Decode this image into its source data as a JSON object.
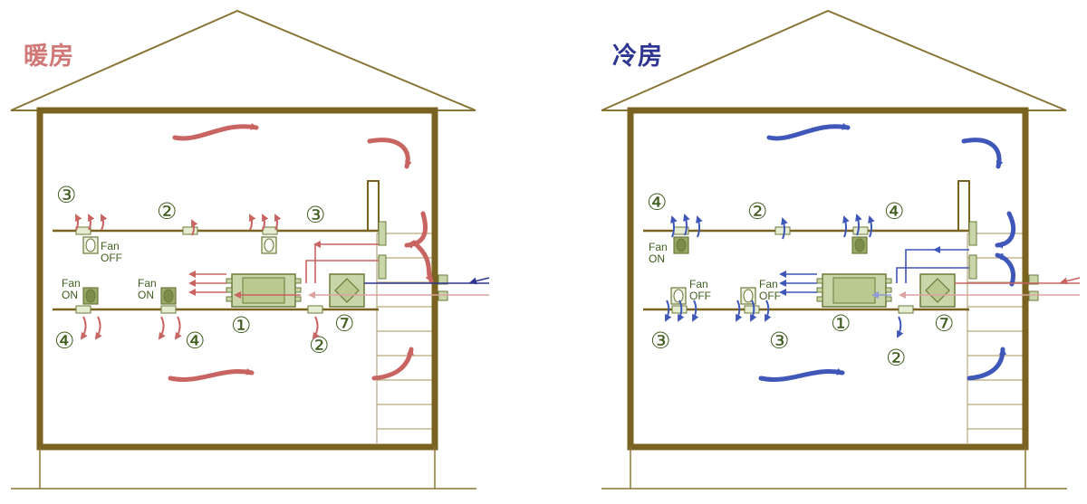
{
  "panels": {
    "heating": {
      "title": "暖房",
      "title_color": "#cf7877",
      "airflow_color": "#c86461",
      "labels": {
        "n3_left": "③",
        "n2_upper": "②",
        "n3_right": "③",
        "fan_off_upper": [
          "Fan",
          "OFF"
        ],
        "n4_left": "④",
        "n4_mid": "④",
        "fan_on_left": [
          "Fan",
          "ON"
        ],
        "fan_on_mid": [
          "Fan",
          "ON"
        ],
        "n1": "①",
        "n2_lower": "②",
        "n7": "⑦"
      }
    },
    "cooling": {
      "title": "冷房",
      "title_color": "#2e3591",
      "airflow_color": "#3f57b8",
      "labels": {
        "n4_left": "④",
        "n2_upper": "②",
        "n4_right": "④",
        "fan_on_upper": [
          "Fan",
          "ON"
        ],
        "n3_left": "③",
        "n3_mid": "③",
        "fan_off_left": [
          "Fan",
          "OFF"
        ],
        "fan_off_mid": [
          "Fan",
          "OFF"
        ],
        "n1": "①",
        "n2_lower": "②",
        "n7": "⑦"
      }
    }
  },
  "colors": {
    "wall": "#7a6220",
    "roof_line": "#8a7536",
    "equipment_fill": "#c9d6a9",
    "equipment_stroke": "#6a7a3a",
    "label_text": "#3f5d1e",
    "stair_line": "#b8a77a"
  },
  "icons": [
    "curved-arrow-icon",
    "diffuser-icon",
    "fan-unit-icon",
    "heat-exchanger-icon",
    "air-handler-icon"
  ]
}
